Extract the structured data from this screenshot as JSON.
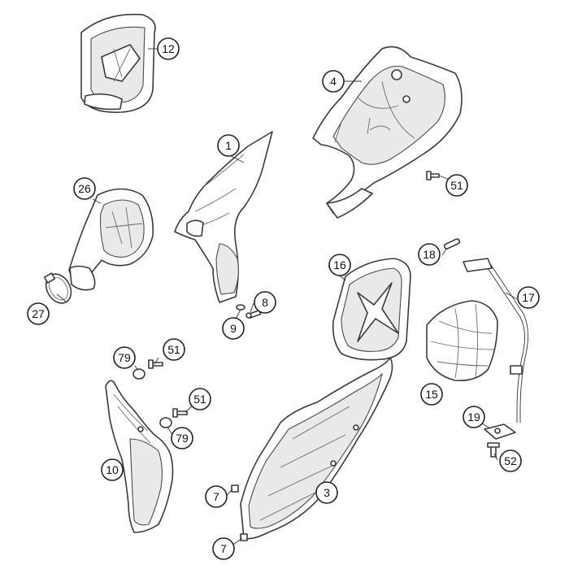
{
  "diagram": {
    "callouts": [
      {
        "key": "c12",
        "label": "12"
      },
      {
        "key": "c4",
        "label": "4"
      },
      {
        "key": "c1",
        "label": "1"
      },
      {
        "key": "c26",
        "label": "26"
      },
      {
        "key": "c51a",
        "label": "51"
      },
      {
        "key": "c27",
        "label": "27"
      },
      {
        "key": "c8",
        "label": "8"
      },
      {
        "key": "c9",
        "label": "9"
      },
      {
        "key": "c16",
        "label": "16"
      },
      {
        "key": "c18",
        "label": "18"
      },
      {
        "key": "c17",
        "label": "17"
      },
      {
        "key": "c79a",
        "label": "79"
      },
      {
        "key": "c51b",
        "label": "51"
      },
      {
        "key": "c15",
        "label": "15"
      },
      {
        "key": "c51c",
        "label": "51"
      },
      {
        "key": "c19",
        "label": "19"
      },
      {
        "key": "c79b",
        "label": "79"
      },
      {
        "key": "c52",
        "label": "52"
      },
      {
        "key": "c10",
        "label": "10"
      },
      {
        "key": "c7a",
        "label": "7"
      },
      {
        "key": "c3",
        "label": "3"
      },
      {
        "key": "c7b",
        "label": "7"
      }
    ]
  }
}
